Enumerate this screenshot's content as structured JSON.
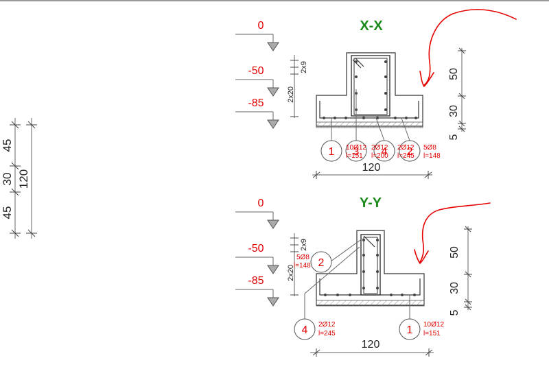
{
  "colors": {
    "annotation": "#e00000",
    "section_title": "#1a8a1a",
    "lines": "#666666"
  },
  "left_dims": {
    "d1": "45",
    "d2": "30",
    "d3": "45",
    "total": "120"
  },
  "section_xx": {
    "title": "X-X",
    "levels": [
      "0",
      "-50",
      "-85"
    ],
    "left_dims": {
      "a": "2x9",
      "b": "2x20"
    },
    "right_dims": {
      "a": "50",
      "b": "30",
      "c": "5"
    },
    "width": "120",
    "bubbles": [
      "1",
      "3",
      "4",
      "2"
    ],
    "bars": [
      {
        "l1": "10Ø12",
        "l2": "l=151"
      },
      {
        "l1": "2Ø12",
        "l2": "l=200"
      },
      {
        "l1": "2Ø12",
        "l2": "l=245"
      },
      {
        "l1": "5Ø8",
        "l2": "l=148"
      }
    ]
  },
  "section_yy": {
    "title": "Y-Y",
    "levels": [
      "0",
      "-50",
      "-85"
    ],
    "left_dims": {
      "a": "2x9",
      "b": "2x20"
    },
    "right_dims": {
      "a": "50",
      "b": "30",
      "c": "5"
    },
    "width": "120",
    "bubbles": [
      "2",
      "4",
      "1"
    ],
    "bars": [
      {
        "l1": "5Ø8",
        "l2": "l=148"
      },
      {
        "l1": "2Ø12",
        "l2": "l=245"
      },
      {
        "l1": "10Ø12",
        "l2": "l=151"
      }
    ]
  }
}
